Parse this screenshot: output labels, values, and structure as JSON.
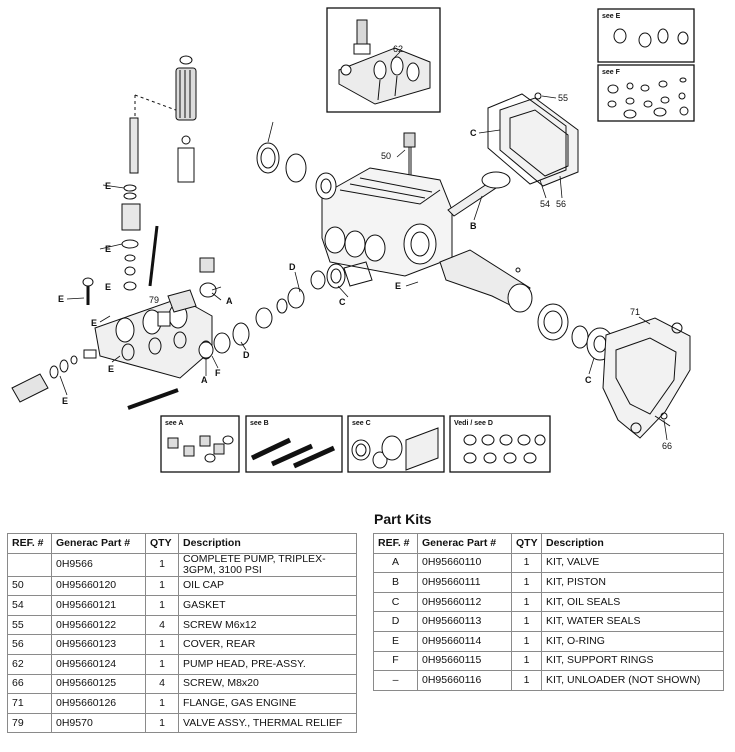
{
  "diagram": {
    "callouts": [
      "62",
      "55",
      "C",
      "50",
      "54",
      "56",
      "B",
      "E",
      "E",
      "E",
      "E",
      "E",
      "79",
      "A",
      "D",
      "C",
      "E",
      "D",
      "A",
      "F",
      "E",
      "E",
      "71",
      "C",
      "66"
    ],
    "inset_labels": {
      "see_e": "see E",
      "see_f": "see F",
      "see_a": "see A",
      "see_b": "see B",
      "see_c": "see C",
      "see_d": "Vedi / see D"
    }
  },
  "parts_table": {
    "headers": [
      "REF. #",
      "Generac Part #",
      "QTY",
      "Description"
    ],
    "rows": [
      {
        "ref": "",
        "part": "0H9566",
        "qty": "1",
        "desc": "COMPLETE PUMP, TRIPLEX-3GPM, 3100 PSI"
      },
      {
        "ref": "50",
        "part": "0H95660120",
        "qty": "1",
        "desc": "OIL CAP"
      },
      {
        "ref": "54",
        "part": "0H95660121",
        "qty": "1",
        "desc": "GASKET"
      },
      {
        "ref": "55",
        "part": "0H95660122",
        "qty": "4",
        "desc": "SCREW M6x12"
      },
      {
        "ref": "56",
        "part": "0H95660123",
        "qty": "1",
        "desc": "COVER, REAR"
      },
      {
        "ref": "62",
        "part": "0H95660124",
        "qty": "1",
        "desc": "PUMP HEAD, PRE-ASSY."
      },
      {
        "ref": "66",
        "part": "0H95660125",
        "qty": "4",
        "desc": "SCREW, M8x20"
      },
      {
        "ref": "71",
        "part": "0H95660126",
        "qty": "1",
        "desc": "FLANGE, GAS ENGINE"
      },
      {
        "ref": "79",
        "part": "0H9570",
        "qty": "1",
        "desc": "VALVE ASSY., THERMAL RELIEF"
      }
    ]
  },
  "kits": {
    "title": "Part Kits",
    "headers": [
      "REF. #",
      "Generac Part #",
      "QTY",
      "Description"
    ],
    "rows": [
      {
        "ref": "A",
        "part": "0H95660110",
        "qty": "1",
        "desc": "KIT, VALVE"
      },
      {
        "ref": "B",
        "part": "0H95660111",
        "qty": "1",
        "desc": "KIT, PISTON"
      },
      {
        "ref": "C",
        "part": "0H95660112",
        "qty": "1",
        "desc": "KIT, OIL SEALS"
      },
      {
        "ref": "D",
        "part": "0H95660113",
        "qty": "1",
        "desc": "KIT, WATER SEALS"
      },
      {
        "ref": "E",
        "part": "0H95660114",
        "qty": "1",
        "desc": "KIT, O-RING"
      },
      {
        "ref": "F",
        "part": "0H95660115",
        "qty": "1",
        "desc": "KIT, SUPPORT RINGS"
      },
      {
        "ref": "–",
        "part": "0H95660116",
        "qty": "1",
        "desc": "KIT, UNLOADER (NOT SHOWN)"
      }
    ]
  }
}
